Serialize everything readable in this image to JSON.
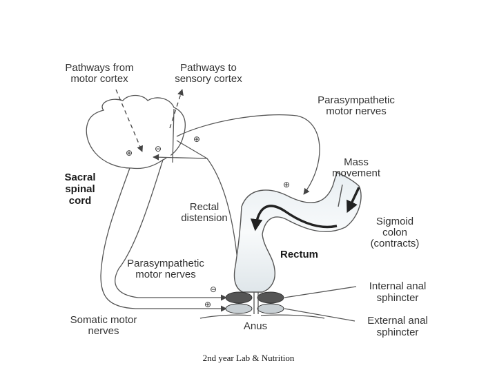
{
  "labels": {
    "motor_cortex": [
      "Pathways from",
      "motor cortex"
    ],
    "sensory_cortex": [
      "Pathways to",
      "sensory cortex"
    ],
    "parasym_top": [
      "Parasympathetic",
      "motor nerves"
    ],
    "mass_movement": [
      "Mass",
      "movement"
    ],
    "sacral": [
      "Sacral",
      "spinal",
      "cord"
    ],
    "rectal_distension": [
      "Rectal",
      "distension"
    ],
    "sigmoid": [
      "Sigmoid",
      "colon",
      "(contracts)"
    ],
    "rectum": "Rectum",
    "parasym_bottom": [
      "Parasympathetic",
      "motor nerves"
    ],
    "internal_sphincter": [
      "Internal anal",
      "sphincter"
    ],
    "external_sphincter": [
      "External anal",
      "sphincter"
    ],
    "somatic": [
      "Somatic motor",
      "nerves"
    ],
    "anus": "Anus"
  },
  "symbols": {
    "plus": "⊕",
    "minus": "⊖"
  },
  "footer": "2nd year Lab & Nutrition"
}
